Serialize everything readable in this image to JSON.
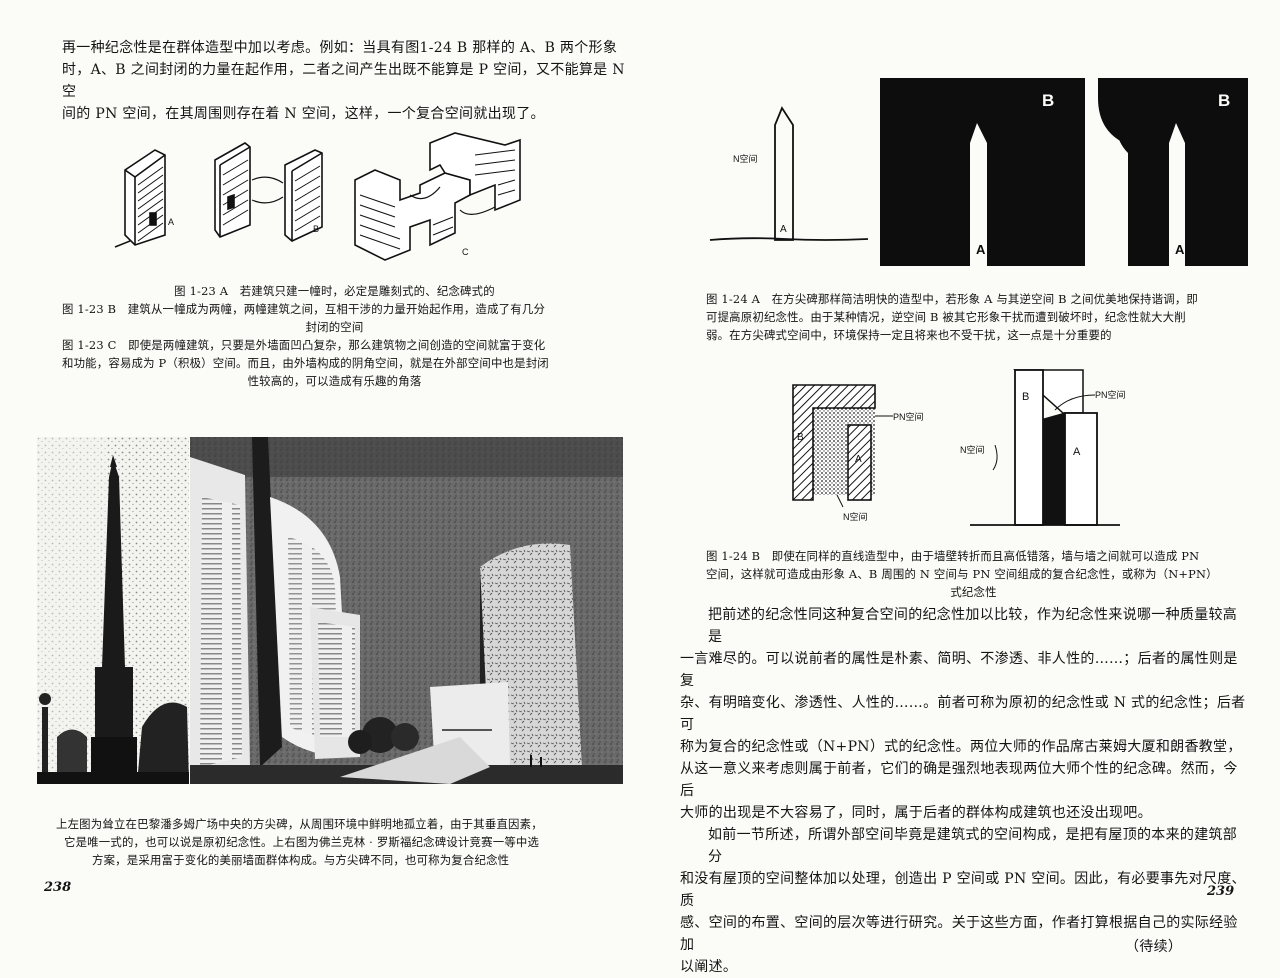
{
  "left_page": {
    "intro_lines": [
      "再一种纪念性是在群体造型中加以考虑。例如：当具有图1-24 B 那样的 A、B 两个形象",
      "时，A、B 之间封闭的力量在起作用，二者之间产生出既不能算是 P 空间，又不能算是 N 空",
      "间的 PN 空间，在其周围则存在着 N 空间，这样，一个复合空间就出现了。"
    ],
    "figure_labels": {
      "a": "A",
      "b": "B",
      "c": "C"
    },
    "captions": [
      "图 1-23 A　若建筑只建一幢时，必定是雕刻式的、纪念碑式的",
      "图 1-23 B　建筑从一幢成为两幢，两幢建筑之间，互相干涉的力量开始起作用，造成了有几分",
      "封闭的空间",
      "图 1-23 C　即使是两幢建筑，只要是外墙面凹凸复杂，那么建筑物之间创造的空间就富于变化",
      "和功能，容易成为 P（积极）空间。而且，由外墙构成的阴角空间，就是在外部空间中也是封闭",
      "性较高的，可以造成有乐趣的角落"
    ],
    "photo_captions": [
      "上左图为耸立在巴黎潘多姆广场中央的方尖碑，从周围环境中鲜明地孤立着，由于其垂直因素，",
      "它是唯一式的，也可以说是原初纪念性。上右图为佛兰克林 · 罗斯福纪念碑设计竞赛一等中选",
      "方案，是采用富于变化的美丽墙面群体构成。与方尖碑不同，也可称为复合纪念性"
    ],
    "page_number": "238"
  },
  "right_page": {
    "fig_a_labels": {
      "n_space": "N空间",
      "a": "A",
      "b": "B"
    },
    "caption_a": [
      "图 1-24 A　在方尖碑那样简洁明快的造型中，若形象 A 与其逆空间 B 之间优美地保持谐调，即",
      "可提高原初纪念性。由于某种情况，逆空间 B 被其它形象干扰而遭到破坏时，纪念性就大大削",
      "弱。在方尖碑式空间中，环境保持一定且将来也不受干扰，这一点是十分重要的"
    ],
    "fig_b_labels": {
      "pn_space": "PN空间",
      "n_space": "N空间",
      "a": "A",
      "b": "B"
    },
    "caption_b": [
      "图 1-24 B　即使在同样的直线造型中，由于墙壁转折而且高低错落，墙与墙之间就可以造成 PN",
      "空间，这样就可造成由形象 A、B 周围的 N 空间与 PN 空间组成的复合纪念性，或称为（N+PN）",
      "式纪念性"
    ],
    "body_lines": [
      "把前述的纪念性同这种复合空间的纪念性加以比较，作为纪念性来说哪一种质量较高是",
      "一言难尽的。可以说前者的属性是朴素、简明、不渗透、非人性的……；后者的属性则是复",
      "杂、有明暗变化、渗透性、人性的……。前者可称为原初的纪念性或 N 式的纪念性；后者可",
      "称为复合的纪念性或（N+PN）式的纪念性。两位大师的作品席古莱姆大厦和朗香教堂，",
      "从这一意义来考虑则属于前者，它们的确是强烈地表现两位大师个性的纪念碑。然而，今后",
      "大师的出现是不大容易了，同时，属于后者的群体构成建筑也还没出现吧。",
      "如前一节所述，所谓外部空间毕竟是建筑式的空间构成，是把有屋顶的本来的建筑部分",
      "和没有屋顶的空间整体加以处理，创造出 P 空间或 PN 空间。因此，有必要事先对尺度、质",
      "感、空间的布置、空间的层次等进行研究。关于这些方面，作者打算根据自己的实际经验加",
      "以阐述。"
    ],
    "continued": "（待续）",
    "page_number": "239"
  }
}
